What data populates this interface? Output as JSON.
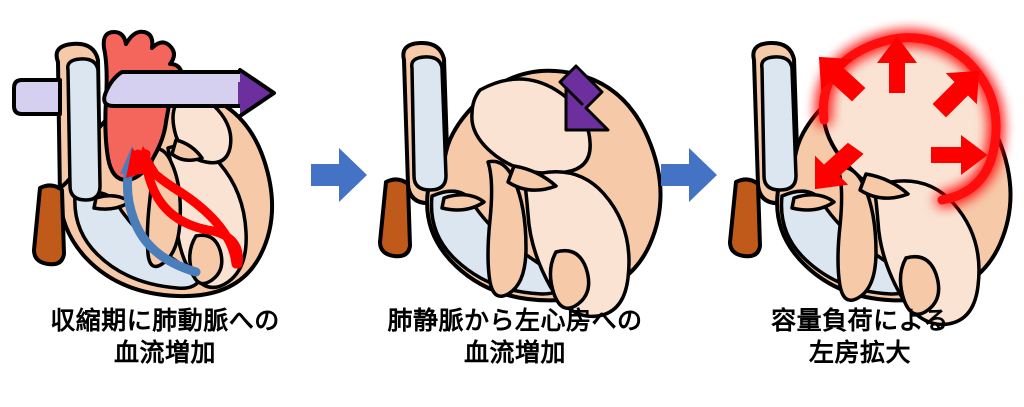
{
  "figure": {
    "type": "medical-diagram",
    "subject": "left atrial volume overload progression",
    "background_color": "#FFFFFF"
  },
  "palette": {
    "myocardium": "#F6C9A8",
    "myocardium_light": "#FBE4D3",
    "right_chamber_blood": "#DCE6F1",
    "left_chamber_blood": "#FAE3D3",
    "aorta_red": "#F4655C",
    "vessel_lavender": "#D5D0F0",
    "arrow_purple": "#6E2F9E",
    "step_arrow_blue": "#4472C4",
    "flow_red": "#FF0000",
    "flow_blue": "#4A7EBB",
    "vena_cava_brown": "#BF5A1B",
    "outline": "#000000",
    "text": "#000000"
  },
  "panels": [
    {
      "id": "panel-1",
      "name": "systole-pulmonary-flow",
      "caption_lines": [
        "収縮期に肺動脈への",
        "血流増加"
      ],
      "annotations": [
        {
          "name": "pulmonary-artery-tube",
          "type": "tube-arrow",
          "color": "#D5D0F0",
          "head_color": "#6E2F9E",
          "direction": "right"
        },
        {
          "name": "pulmonary-vein-stub",
          "type": "tube",
          "color": "#D5D0F0"
        },
        {
          "name": "aorta",
          "type": "vessel",
          "color": "#F4655C"
        },
        {
          "name": "blue-flow-arrow",
          "type": "curved-arrow",
          "color": "#4A7EBB",
          "direction": "upward"
        },
        {
          "name": "red-flow-arrow",
          "type": "curved-arrow",
          "color": "#FF0000",
          "direction": "upward-left"
        },
        {
          "name": "inferior-vena-cava",
          "type": "vessel",
          "color": "#BF5A1B"
        }
      ]
    },
    {
      "id": "panel-2",
      "name": "pulmonary-vein-to-left-atrium-flow",
      "caption_lines": [
        "肺静脈から左心房への",
        "血流増加"
      ],
      "annotations": [
        {
          "name": "purple-inflow-arrow",
          "type": "straight-arrow",
          "color": "#6E2F9E",
          "direction": "down-left"
        },
        {
          "name": "inferior-vena-cava",
          "type": "vessel",
          "color": "#BF5A1B"
        }
      ]
    },
    {
      "id": "panel-3",
      "name": "left-atrial-enlargement",
      "caption_lines": [
        "容量負荷による",
        "左房拡大"
      ],
      "annotations": [
        {
          "name": "atrium-expansion-glow",
          "type": "glow-outline",
          "color": "#FF0000"
        },
        {
          "name": "expansion-arrow-up",
          "type": "straight-arrow",
          "color": "#FF0000",
          "direction": "up"
        },
        {
          "name": "expansion-arrow-up-left",
          "type": "straight-arrow",
          "color": "#FF0000",
          "direction": "up-left"
        },
        {
          "name": "expansion-arrow-up-right",
          "type": "straight-arrow",
          "color": "#FF0000",
          "direction": "up-right"
        },
        {
          "name": "expansion-arrow-right",
          "type": "straight-arrow",
          "color": "#FF0000",
          "direction": "right"
        },
        {
          "name": "expansion-arrow-down-left",
          "type": "straight-arrow",
          "color": "#FF0000",
          "direction": "down-left"
        },
        {
          "name": "inferior-vena-cava",
          "type": "vessel",
          "color": "#BF5A1B"
        }
      ]
    }
  ],
  "step_arrows": [
    {
      "name": "step-arrow-1",
      "direction": "right",
      "color": "#4472C4"
    },
    {
      "name": "step-arrow-2",
      "direction": "right",
      "color": "#4472C4"
    }
  ]
}
